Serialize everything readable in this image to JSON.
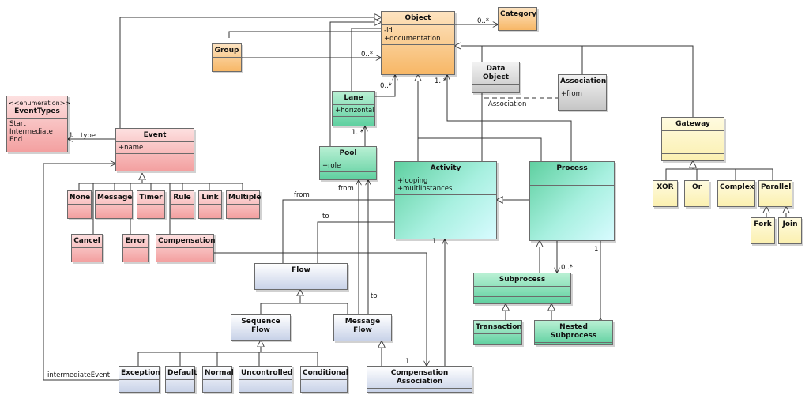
{
  "classes": {
    "object": {
      "name": "Object",
      "attrs": [
        "-id",
        "+documentation"
      ]
    },
    "category": {
      "name": "Category"
    },
    "group": {
      "name": "Group"
    },
    "lane": {
      "name": "Lane",
      "attrs": [
        "+horizontal"
      ]
    },
    "data_object": {
      "name": "Data Object"
    },
    "association": {
      "name": "Association",
      "attrs": [
        "+from"
      ]
    },
    "event_types": {
      "stereotype": "<<enumeration>>",
      "name": "EventTypes",
      "attrs": [
        "Start",
        "Intermediate",
        "End"
      ]
    },
    "event": {
      "name": "Event",
      "attrs": [
        "+name"
      ]
    },
    "pool": {
      "name": "Pool",
      "attrs": [
        "+role"
      ]
    },
    "activity": {
      "name": "Activity",
      "attrs": [
        "+looping",
        "+multiInstances"
      ]
    },
    "process": {
      "name": "Process"
    },
    "gateway": {
      "name": "Gateway"
    },
    "none": {
      "name": "None"
    },
    "message": {
      "name": "Message"
    },
    "timer": {
      "name": "Timer"
    },
    "rule": {
      "name": "Rule"
    },
    "link": {
      "name": "Link"
    },
    "multiple": {
      "name": "Multiple"
    },
    "cancel": {
      "name": "Cancel"
    },
    "error": {
      "name": "Error"
    },
    "compensation": {
      "name": "Compensation"
    },
    "xor": {
      "name": "XOR"
    },
    "or": {
      "name": "Or"
    },
    "complex": {
      "name": "Complex"
    },
    "parallel": {
      "name": "Parallel"
    },
    "fork": {
      "name": "Fork"
    },
    "join": {
      "name": "Join"
    },
    "flow": {
      "name": "Flow"
    },
    "subprocess": {
      "name": "Subprocess"
    },
    "sequence_flow": {
      "name": "Sequence Flow"
    },
    "message_flow": {
      "name": "Message Flow"
    },
    "transaction": {
      "name": "Transaction"
    },
    "nested_subprocess": {
      "name": "Nested Subprocess"
    },
    "exception": {
      "name": "Exception"
    },
    "default": {
      "name": "Default"
    },
    "normal": {
      "name": "Normal"
    },
    "uncontrolled": {
      "name": "Uncontrolled"
    },
    "conditional": {
      "name": "Conditional"
    },
    "compensation_association": {
      "name": "Compensation Association"
    }
  },
  "labels": {
    "category_mult": "0..*",
    "group_mult": "0..*",
    "lane_mult": "0..*",
    "lane_pool_mult": "1..*",
    "object_mult": "1..*",
    "assoc_label": "Association",
    "event_type_one": "1",
    "event_type_name": "type",
    "from_activity": "from",
    "to_activity": "to",
    "from_pool": "from",
    "to_pool": "to",
    "activity_one": "1",
    "process_one": "1",
    "subprocess_mult": "0..*",
    "comp_assoc_one": "1",
    "intermediate_event": "intermediateEvent"
  }
}
